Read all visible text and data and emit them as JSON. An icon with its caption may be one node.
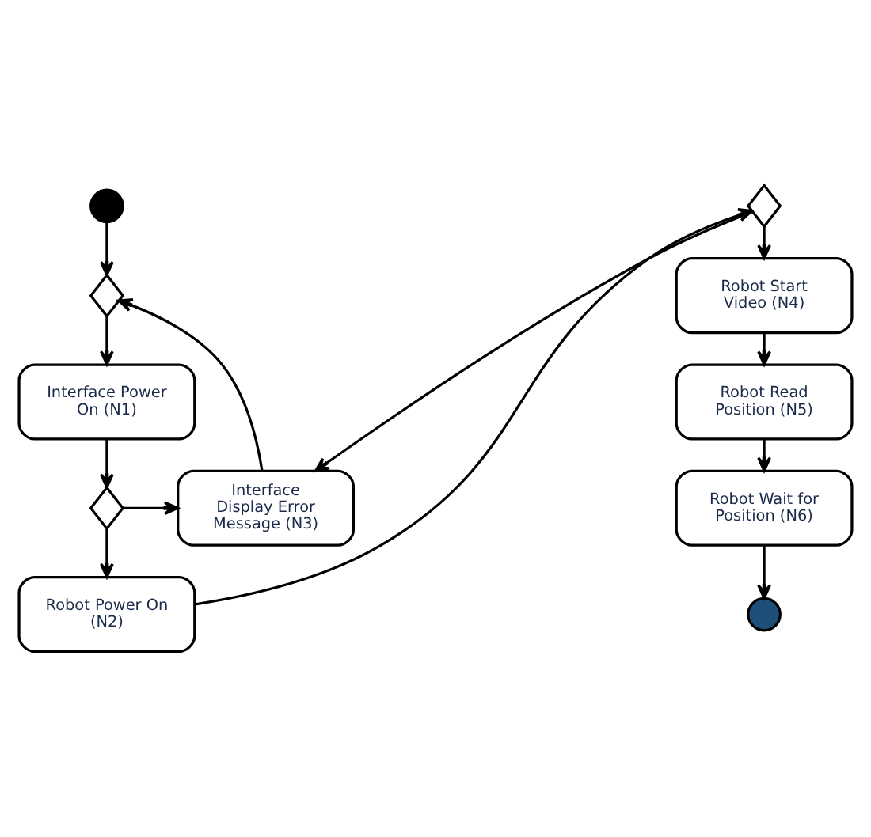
{
  "diagram": {
    "nodes": [
      {
        "text": [],
        "shape": "circle"
      },
      {
        "text": [],
        "shape": "diamond"
      },
      {
        "text": [
          "Interface Power On (N1)"
        ]
      },
      {
        "text": [],
        "shape": "diamond"
      },
      {
        "text": [
          "Interface Display Error Message (N3)"
        ]
      },
      {
        "text": [
          "Robot Power On (N2)"
        ]
      },
      {
        "text": [],
        "shape": "diamond"
      },
      {
        "text": [
          "Robot Start Video (N4)"
        ]
      },
      {
        "text": [
          "Robot Read Position (N5)"
        ]
      },
      {
        "text": [
          "Robot Wait for Position (N6)"
        ]
      },
      {
        "text": [],
        "shape": "circle"
      }
    ],
    "edges": [
      {
        "from": 0,
        "to": 1,
        "arrow": "to"
      },
      {
        "from": 1,
        "to": 2,
        "arrow": "to"
      },
      {
        "from": 2,
        "to": 3,
        "arrow": "to"
      },
      {
        "from": 3,
        "to": 4,
        "arrow": "to"
      },
      {
        "from": 3,
        "to": 5,
        "arrow": "to"
      },
      {
        "from": 4,
        "to": 1,
        "arrow": "to"
      },
      {
        "from": 5,
        "to": 6,
        "arrow": "to"
      },
      {
        "from": 6,
        "to": 7,
        "arrow": "to"
      },
      {
        "from": 6,
        "to": 4,
        "arrow": "to"
      },
      {
        "from": 7,
        "to": 8,
        "arrow": "to"
      },
      {
        "from": 8,
        "to": 9,
        "arrow": "to"
      },
      {
        "from": 9,
        "to": 10,
        "arrow": "to"
      }
    ]
  }
}
